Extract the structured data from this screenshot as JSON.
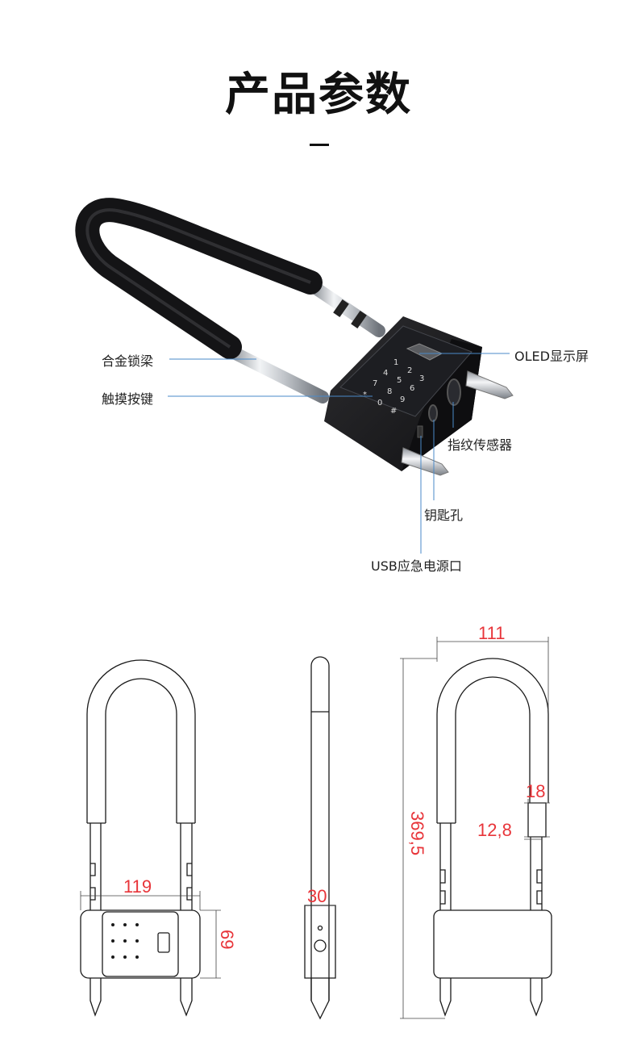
{
  "header": {
    "title": "产品参数"
  },
  "callouts": {
    "alloy_shackle": "合金锁梁",
    "touch_keys": "触摸按键",
    "oled_display": "OLED显示屏",
    "fingerprint_sensor": "指纹传感器",
    "key_hole": "钥匙孔",
    "usb_power": "USB应急电源口"
  },
  "keypad": {
    "keys": [
      "1",
      "2",
      "3",
      "4",
      "5",
      "6",
      "7",
      "8",
      "9",
      "*",
      "0",
      "#"
    ]
  },
  "dimensions": {
    "front_width": "119",
    "body_height": "69",
    "side_thickness": "30",
    "top_width": "111",
    "total_height": "369,5",
    "shackle_diameter": "18",
    "bar_diameter": "12,8"
  },
  "colors": {
    "dimension": "#e8353a",
    "lock_body": "#1b1b1d",
    "leader_line": "#4a8ac9"
  }
}
